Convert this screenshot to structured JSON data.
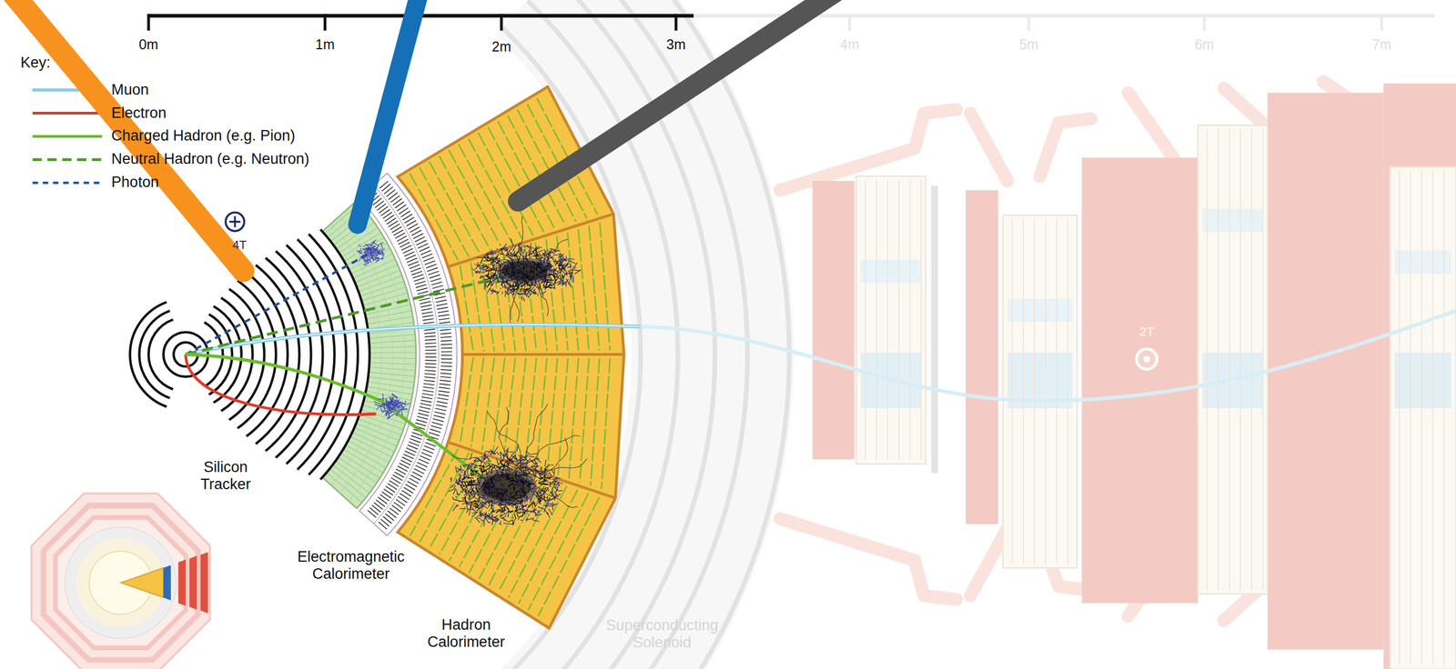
{
  "diagram": {
    "labels": [
      "0m",
      "1m",
      "2m",
      "3m",
      "4m",
      "5m",
      "6m",
      "7m",
      "Key:",
      "4T",
      "Silicon Tracker",
      "Electromagnetic Calorimeter",
      "Hadron Calorimeter",
      "Superconducting Solenoid",
      "2T"
    ],
    "legend": [
      {
        "text": "Muon"
      },
      {
        "text": "Electron"
      },
      {
        "text": "Charged Hadron (e.g. Pion)"
      },
      {
        "text": "Neutral Hadron (e.g. Neutron)"
      },
      {
        "text": "Photon"
      }
    ]
  }
}
